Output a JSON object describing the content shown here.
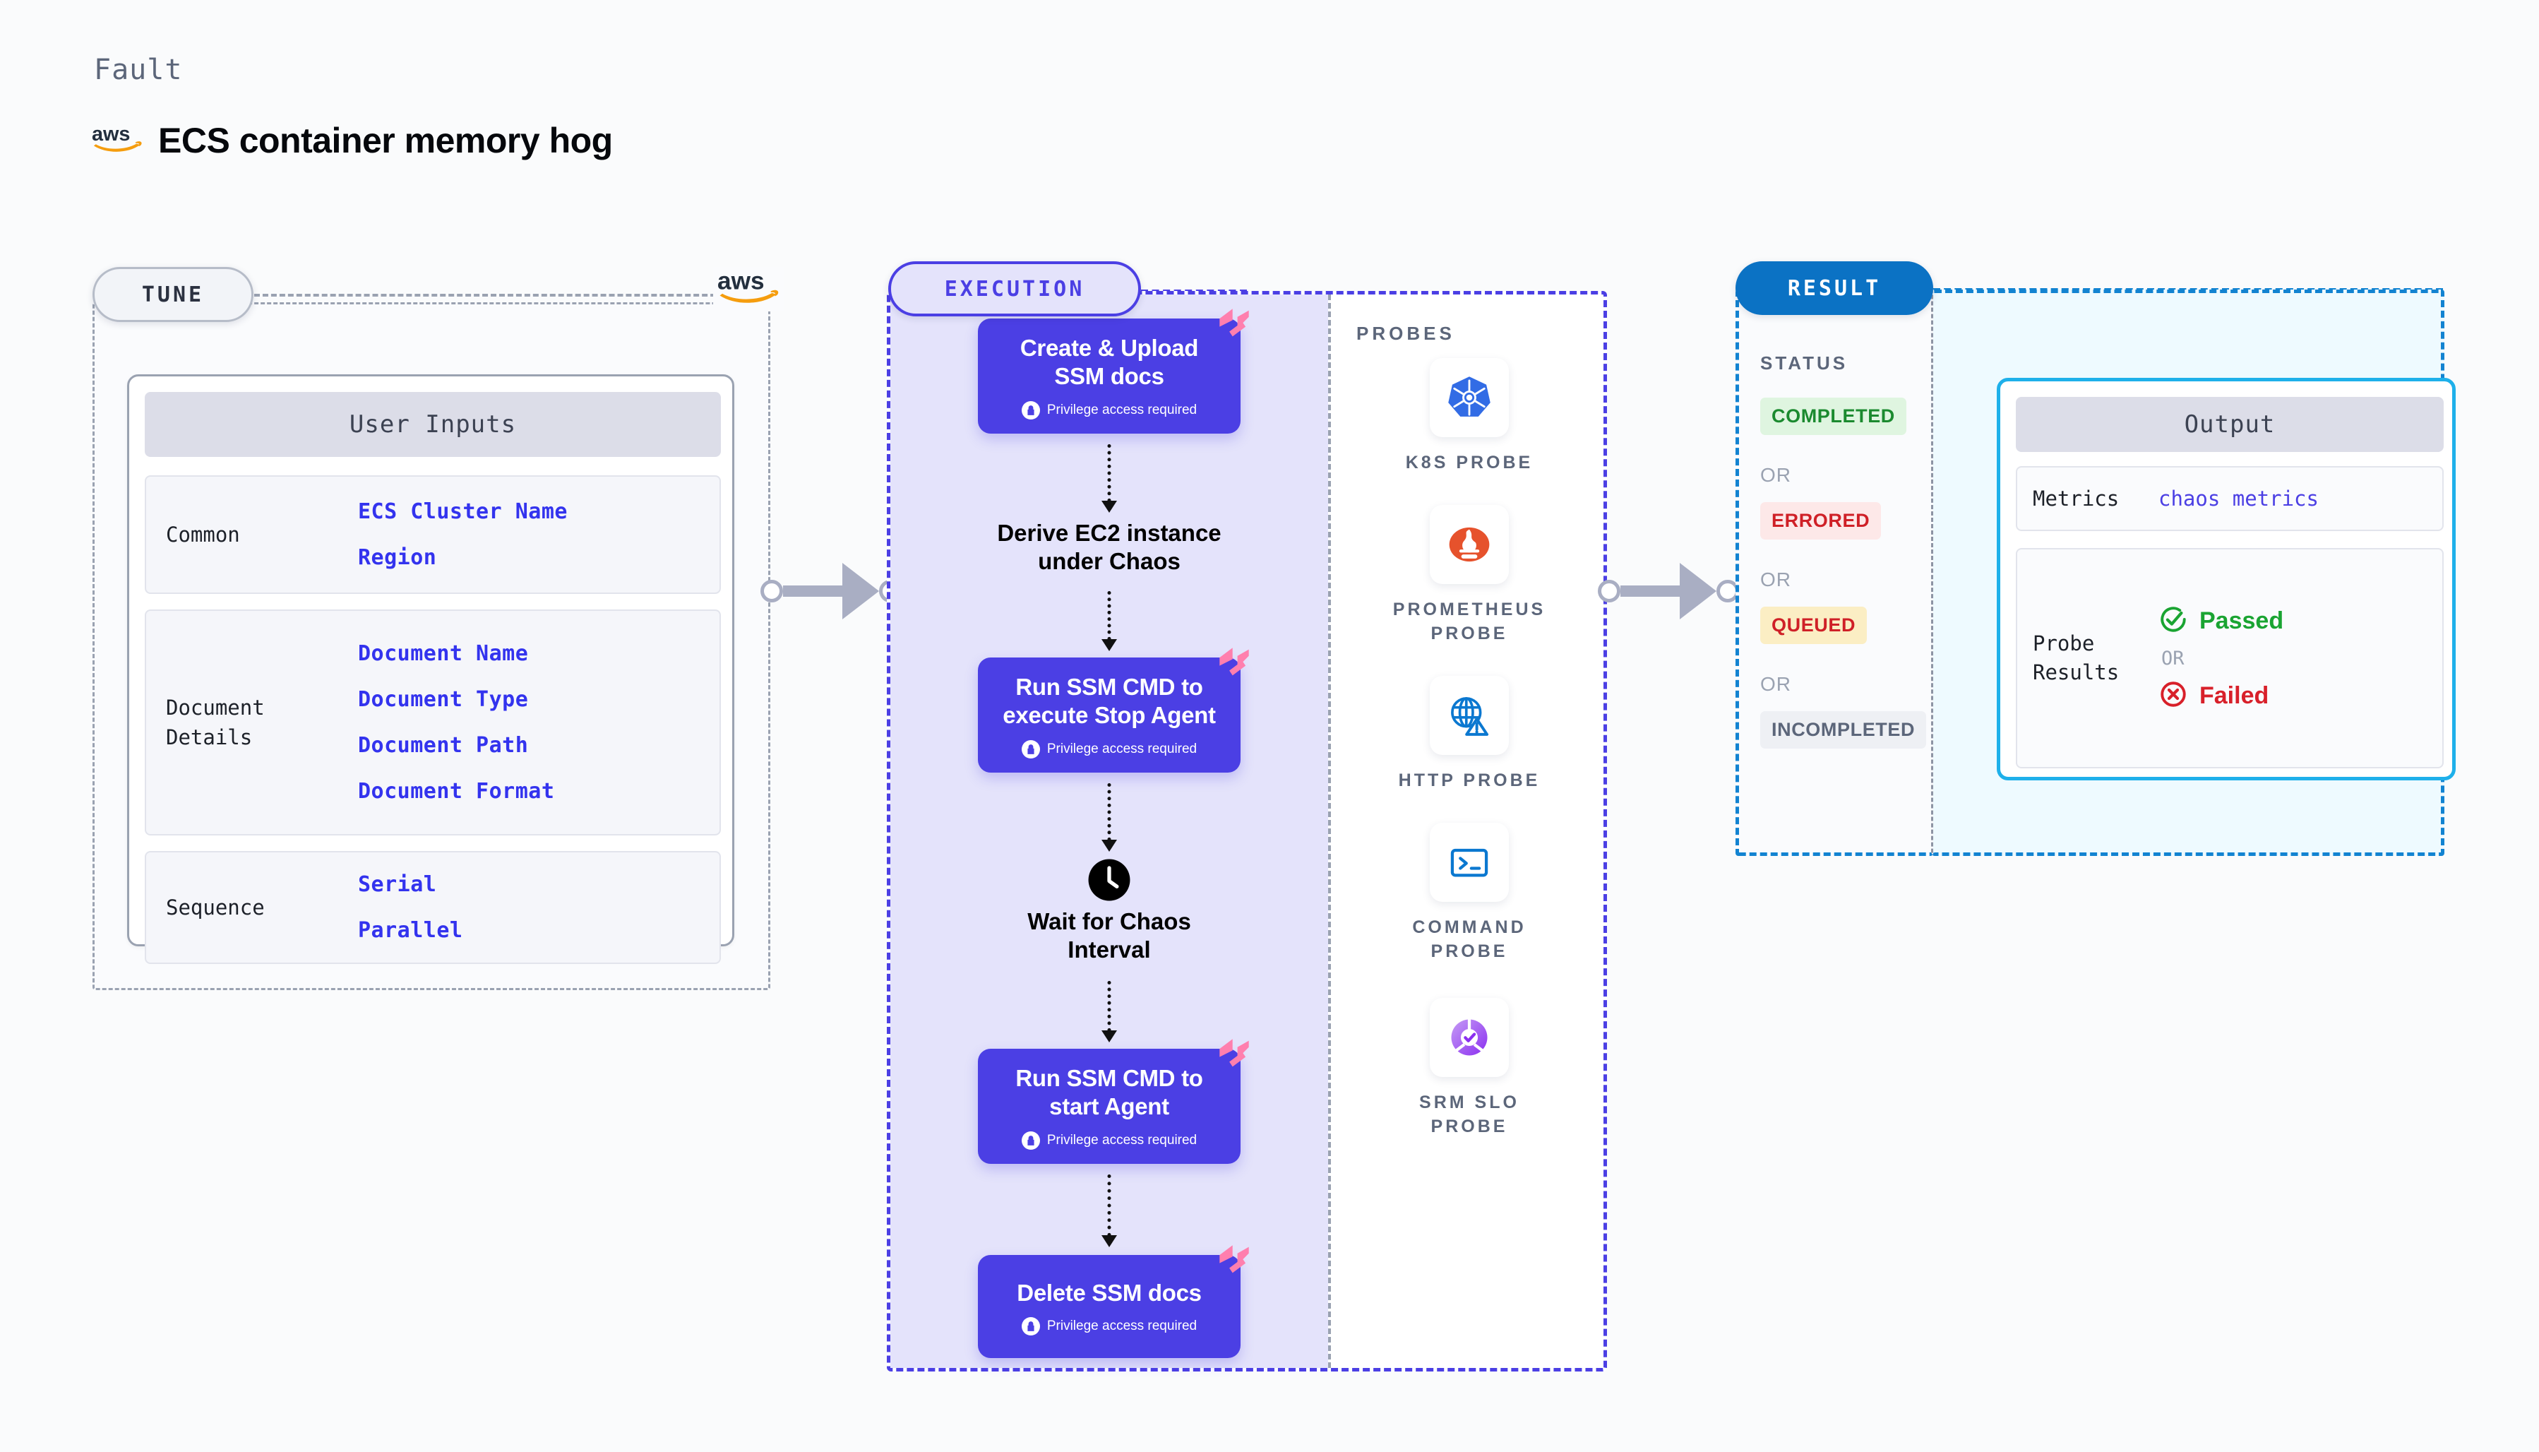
{
  "header": {
    "kicker": "Fault",
    "title": "ECS container memory hog",
    "brand_icon": "aws-logo-icon"
  },
  "tune": {
    "pill_label": "TUNE",
    "brand_icon": "aws-logo-icon",
    "card_title": "User Inputs",
    "groups": [
      {
        "label": "Common",
        "values": [
          "ECS Cluster Name",
          "Region"
        ]
      },
      {
        "label": "Document\nDetails",
        "values": [
          "Document Name",
          "Document Type",
          "Document Path",
          "Document Format"
        ]
      },
      {
        "label": "Sequence",
        "values": [
          "Serial",
          "Parallel"
        ]
      }
    ]
  },
  "execution": {
    "pill_label": "EXECUTION",
    "privilege_note": "Privilege access required",
    "steps": [
      {
        "kind": "task",
        "title": "Create & Upload\nSSM docs",
        "privileged": true
      },
      {
        "kind": "plain",
        "title": "Derive EC2 instance\nunder Chaos"
      },
      {
        "kind": "task",
        "title": "Run SSM CMD to\nexecute Stop Agent",
        "privileged": true
      },
      {
        "kind": "wait",
        "title": "Wait for Chaos\nInterval"
      },
      {
        "kind": "task",
        "title": "Run SSM CMD to\nstart Agent",
        "privileged": true
      },
      {
        "kind": "task",
        "title": "Delete SSM docs",
        "privileged": true
      }
    ]
  },
  "probes": {
    "title": "PROBES",
    "items": [
      {
        "label": "K8S PROBE",
        "icon": "kubernetes-icon"
      },
      {
        "label": "PROMETHEUS\nPROBE",
        "icon": "prometheus-icon"
      },
      {
        "label": "HTTP PROBE",
        "icon": "http-globe-alert-icon"
      },
      {
        "label": "COMMAND\nPROBE",
        "icon": "terminal-icon"
      },
      {
        "label": "SRM SLO\nPROBE",
        "icon": "srm-slo-icon"
      }
    ]
  },
  "result": {
    "pill_label": "RESULT",
    "status_title": "STATUS",
    "or_label": "OR",
    "statuses": [
      {
        "label": "COMPLETED",
        "fg": "#1b8a2f",
        "bg": "#dff5e0"
      },
      {
        "label": "ERRORED",
        "fg": "#cf2027",
        "bg": "#fde8e8"
      },
      {
        "label": "QUEUED",
        "fg": "#cf2027",
        "bg": "#fbeec4"
      },
      {
        "label": "INCOMPLETED",
        "fg": "#5c667a",
        "bg": "#eef0f4"
      }
    ],
    "output": {
      "card_title": "Output",
      "metrics_label": "Metrics",
      "metrics_value": "chaos metrics",
      "probe_results_label": "Probe\nResults",
      "passed_label": "Passed",
      "failed_label": "Failed",
      "or_label": "OR"
    }
  },
  "colors": {
    "accent_violet": "#4b3fe4",
    "accent_blue": "#1283d1",
    "aws_orange": "#f59d0e",
    "harness_pink": "#ff7fae",
    "pass_green": "#1aa432",
    "fail_red": "#d8202a"
  }
}
